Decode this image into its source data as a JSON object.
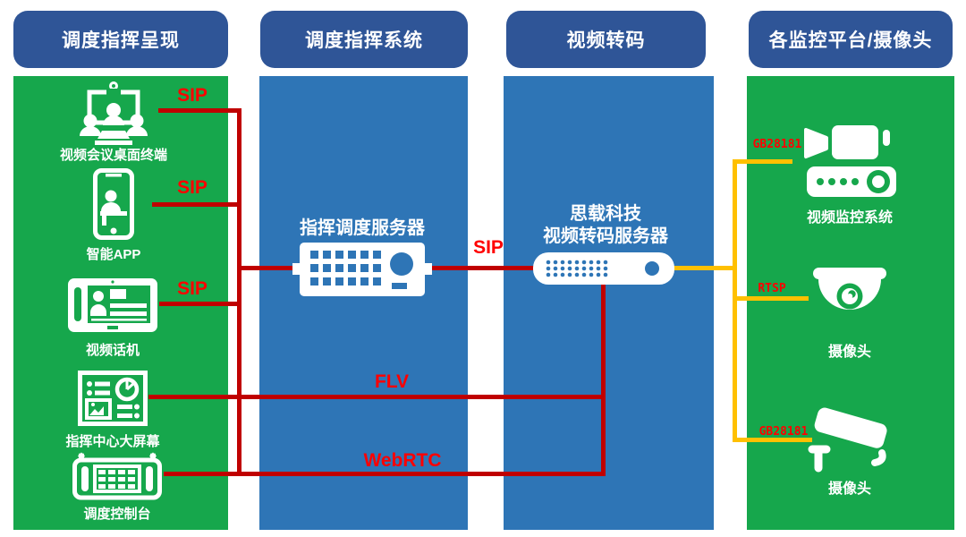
{
  "colors": {
    "header_blue": "#2F5597",
    "panel_blue": "#2E75B6",
    "panel_green": "#16A74C",
    "line_red": "#C00000",
    "label_red": "#FF0000",
    "line_yellow": "#FFC000",
    "icon_white": "#FFFFFF"
  },
  "columns": [
    {
      "header": "调度指挥呈现"
    },
    {
      "header": "调度指挥系统"
    },
    {
      "header": "视频转码"
    },
    {
      "header": "各监控平台/摄像头"
    }
  ],
  "left_items": [
    {
      "label": "视频会议桌面终端",
      "icon": "video-conference-terminal-icon"
    },
    {
      "label": "智能APP",
      "icon": "smart-app-icon"
    },
    {
      "label": "视频话机",
      "icon": "video-phone-icon"
    },
    {
      "label": "指挥中心大屏幕",
      "icon": "command-center-screen-icon"
    },
    {
      "label": "调度控制台",
      "icon": "dispatch-console-icon"
    }
  ],
  "servers": {
    "dispatch": {
      "label": "指挥调度服务器",
      "icon": "dispatch-server-icon"
    },
    "transcode": {
      "label_line1": "思载科技",
      "label_line2": "视频转码服务器",
      "icon": "transcode-server-icon"
    }
  },
  "right_items": [
    {
      "label": "视频监控系统",
      "icon": "video-surveillance-system-icon"
    },
    {
      "label": "摄像头",
      "icon": "dome-camera-icon"
    },
    {
      "label": "摄像头",
      "icon": "cctv-camera-icon"
    }
  ],
  "connection_labels": {
    "sip_conference": "SIP",
    "sip_app": "SIP",
    "sip_phone": "SIP",
    "sip_servers": "SIP",
    "flv": "FLV",
    "webrtc": "WebRTC",
    "gb28181_top": "GB28181",
    "rtsp": "RTSP",
    "gb28181_bottom": "GB28181"
  }
}
